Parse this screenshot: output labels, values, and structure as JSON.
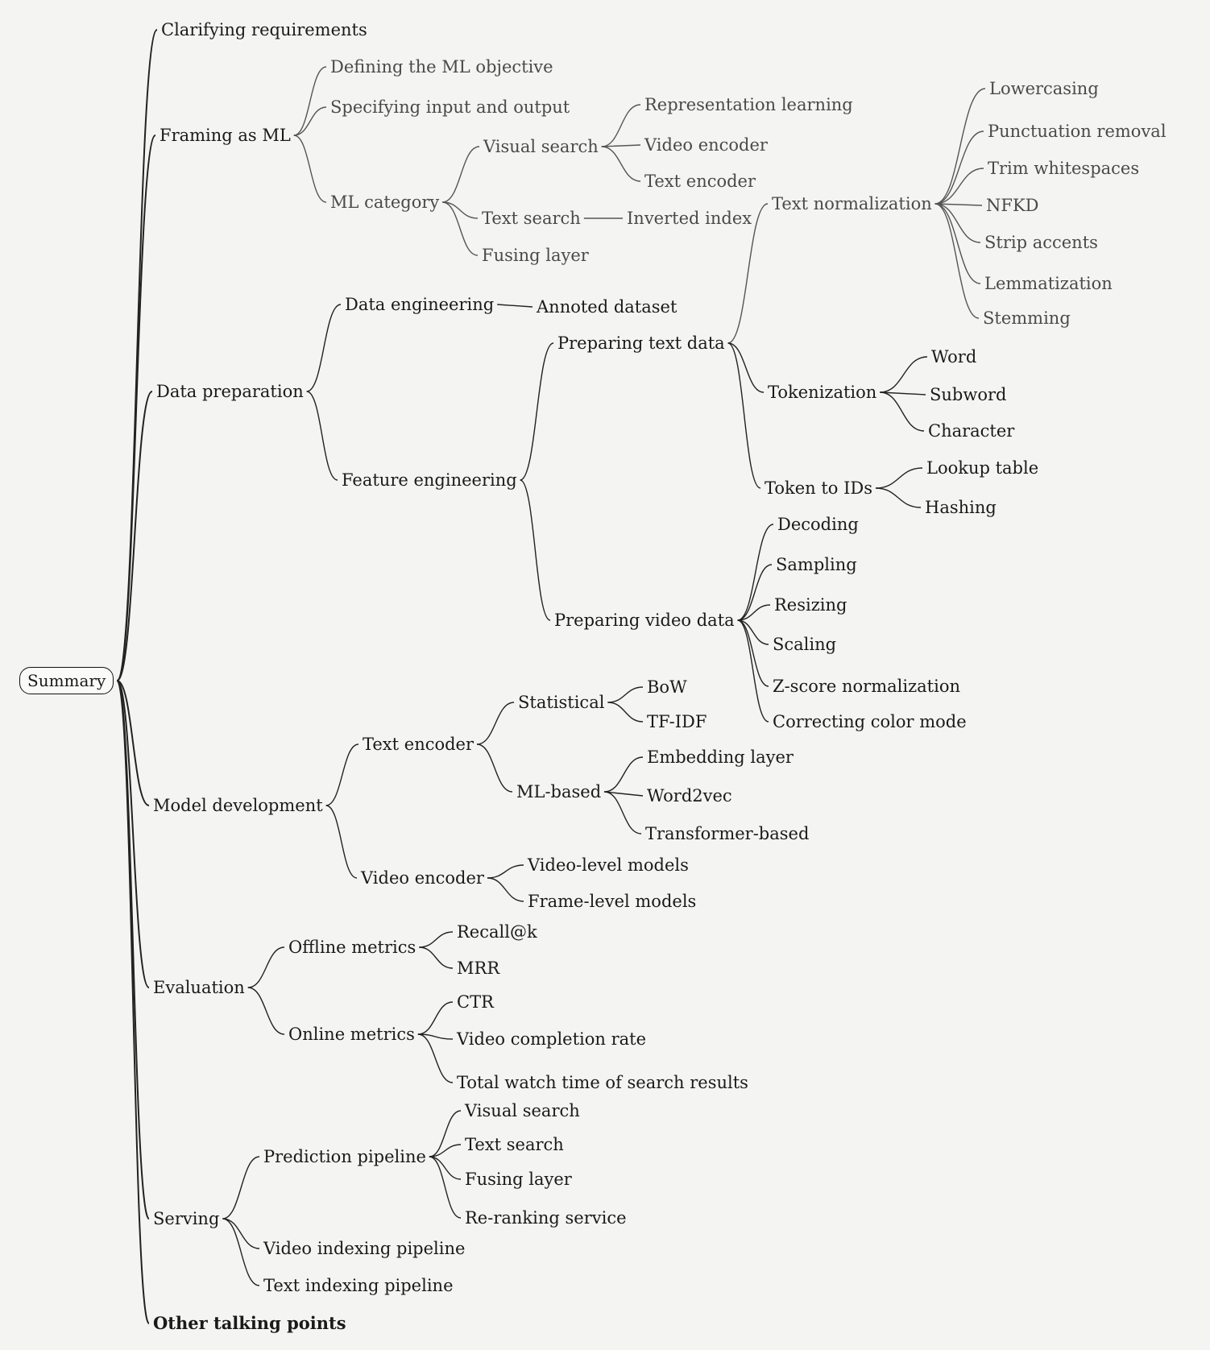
{
  "diagram": {
    "root": "Summary",
    "nodes": [
      {
        "id": "summary",
        "label": "Summary",
        "parent": null
      },
      {
        "id": "clarifying",
        "label": "Clarifying requirements",
        "parent": "summary"
      },
      {
        "id": "framing",
        "label": "Framing as ML",
        "parent": "summary"
      },
      {
        "id": "defining",
        "label": "Defining the ML objective",
        "parent": "framing"
      },
      {
        "id": "specifying",
        "label": "Specifying input and output",
        "parent": "framing"
      },
      {
        "id": "mlcat",
        "label": "ML category",
        "parent": "framing"
      },
      {
        "id": "visual",
        "label": "Visual search",
        "parent": "mlcat"
      },
      {
        "id": "replearn",
        "label": "Representation learning",
        "parent": "visual"
      },
      {
        "id": "videoenc1",
        "label": "Video encoder",
        "parent": "visual"
      },
      {
        "id": "textenc1",
        "label": "Text encoder",
        "parent": "visual"
      },
      {
        "id": "textsearch",
        "label": "Text search",
        "parent": "mlcat"
      },
      {
        "id": "inverted",
        "label": "Inverted index",
        "parent": "textsearch"
      },
      {
        "id": "fusing1",
        "label": "Fusing layer",
        "parent": "mlcat"
      },
      {
        "id": "dataprep",
        "label": "Data preparation",
        "parent": "summary"
      },
      {
        "id": "dataeng",
        "label": "Data engineering",
        "parent": "dataprep"
      },
      {
        "id": "annoted",
        "label": "Annoted dataset",
        "parent": "dataeng"
      },
      {
        "id": "feateng",
        "label": "Feature engineering",
        "parent": "dataprep"
      },
      {
        "id": "preptext",
        "label": "Preparing text data",
        "parent": "feateng"
      },
      {
        "id": "textnorm",
        "label": "Text normalization",
        "parent": "preptext"
      },
      {
        "id": "lower",
        "label": "Lowercasing",
        "parent": "textnorm"
      },
      {
        "id": "punct",
        "label": "Punctuation removal",
        "parent": "textnorm"
      },
      {
        "id": "trim",
        "label": "Trim whitespaces",
        "parent": "textnorm"
      },
      {
        "id": "nfkd",
        "label": "NFKD",
        "parent": "textnorm"
      },
      {
        "id": "strip",
        "label": "Strip accents",
        "parent": "textnorm"
      },
      {
        "id": "lemma",
        "label": "Lemmatization",
        "parent": "textnorm"
      },
      {
        "id": "stem",
        "label": "Stemming",
        "parent": "textnorm"
      },
      {
        "id": "tokenization",
        "label": "Tokenization",
        "parent": "preptext"
      },
      {
        "id": "word",
        "label": "Word",
        "parent": "tokenization"
      },
      {
        "id": "subword",
        "label": "Subword",
        "parent": "tokenization"
      },
      {
        "id": "character",
        "label": "Character",
        "parent": "tokenization"
      },
      {
        "id": "tok2id",
        "label": "Token to IDs",
        "parent": "preptext"
      },
      {
        "id": "lookup",
        "label": "Lookup table",
        "parent": "tok2id"
      },
      {
        "id": "hashing",
        "label": "Hashing",
        "parent": "tok2id"
      },
      {
        "id": "prepvideo",
        "label": "Preparing video data",
        "parent": "feateng"
      },
      {
        "id": "decoding",
        "label": "Decoding",
        "parent": "prepvideo"
      },
      {
        "id": "sampling",
        "label": "Sampling",
        "parent": "prepvideo"
      },
      {
        "id": "resizing",
        "label": "Resizing",
        "parent": "prepvideo"
      },
      {
        "id": "scaling",
        "label": "Scaling",
        "parent": "prepvideo"
      },
      {
        "id": "zscore",
        "label": "Z-score normalization",
        "parent": "prepvideo"
      },
      {
        "id": "colormode",
        "label": "Correcting color mode",
        "parent": "prepvideo"
      },
      {
        "id": "modeldev",
        "label": "Model development",
        "parent": "summary"
      },
      {
        "id": "textenc2",
        "label": "Text encoder",
        "parent": "modeldev"
      },
      {
        "id": "statistical",
        "label": "Statistical",
        "parent": "textenc2"
      },
      {
        "id": "bow",
        "label": "BoW",
        "parent": "statistical"
      },
      {
        "id": "tfidf",
        "label": "TF-IDF",
        "parent": "statistical"
      },
      {
        "id": "mlbased",
        "label": "ML-based",
        "parent": "textenc2"
      },
      {
        "id": "embedding",
        "label": "Embedding layer",
        "parent": "mlbased"
      },
      {
        "id": "word2vec",
        "label": "Word2vec",
        "parent": "mlbased"
      },
      {
        "id": "transformer",
        "label": "Transformer-based",
        "parent": "mlbased"
      },
      {
        "id": "videoenc2",
        "label": "Video encoder",
        "parent": "modeldev"
      },
      {
        "id": "videolevel",
        "label": "Video-level models",
        "parent": "videoenc2"
      },
      {
        "id": "framelevel",
        "label": "Frame-level models",
        "parent": "videoenc2"
      },
      {
        "id": "evaluation",
        "label": "Evaluation",
        "parent": "summary"
      },
      {
        "id": "offline",
        "label": "Offline metrics",
        "parent": "evaluation"
      },
      {
        "id": "recall",
        "label": "Recall@k",
        "parent": "offline"
      },
      {
        "id": "mrr",
        "label": "MRR",
        "parent": "offline"
      },
      {
        "id": "online",
        "label": "Online metrics",
        "parent": "evaluation"
      },
      {
        "id": "ctr",
        "label": "CTR",
        "parent": "online"
      },
      {
        "id": "completion",
        "label": "Video completion rate",
        "parent": "online"
      },
      {
        "id": "watchtime",
        "label": "Total watch time of search results",
        "parent": "online"
      },
      {
        "id": "serving",
        "label": "Serving",
        "parent": "summary"
      },
      {
        "id": "predpipe",
        "label": "Prediction pipeline",
        "parent": "serving"
      },
      {
        "id": "visual2",
        "label": "Visual search",
        "parent": "predpipe"
      },
      {
        "id": "textsearch2",
        "label": "Text search",
        "parent": "predpipe"
      },
      {
        "id": "fusing2",
        "label": "Fusing layer",
        "parent": "predpipe"
      },
      {
        "id": "rerank",
        "label": "Re-ranking service",
        "parent": "predpipe"
      },
      {
        "id": "videoidx",
        "label": "Video indexing pipeline",
        "parent": "serving"
      },
      {
        "id": "textidx",
        "label": "Text indexing pipeline",
        "parent": "serving"
      },
      {
        "id": "other",
        "label": "Other talking points",
        "parent": "summary"
      }
    ]
  }
}
